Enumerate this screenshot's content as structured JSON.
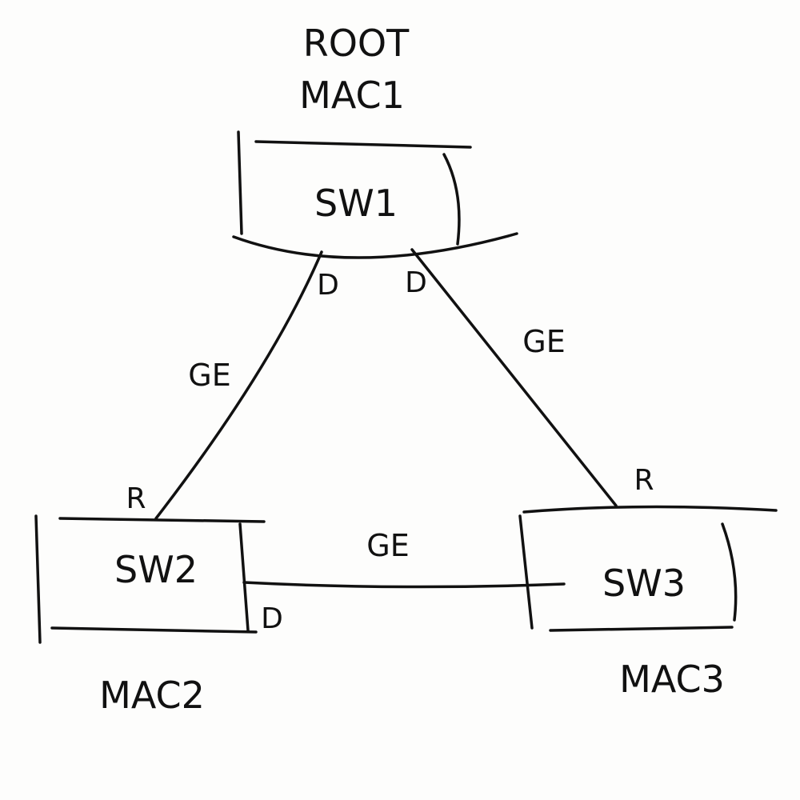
{
  "diagram": {
    "root_label": "ROOT",
    "sw1": {
      "name": "SW1",
      "mac": "MAC1"
    },
    "sw2": {
      "name": "SW2",
      "mac": "MAC2"
    },
    "sw3": {
      "name": "SW3",
      "mac": "MAC3"
    },
    "links": [
      {
        "from": "SW1",
        "to": "SW2",
        "label": "GE",
        "from_port": "D",
        "to_port": "R"
      },
      {
        "from": "SW1",
        "to": "SW3",
        "label": "GE",
        "from_port": "D",
        "to_port": "R"
      },
      {
        "from": "SW2",
        "to": "SW3",
        "label": "GE",
        "from_port": "D",
        "to_port": ""
      }
    ]
  }
}
